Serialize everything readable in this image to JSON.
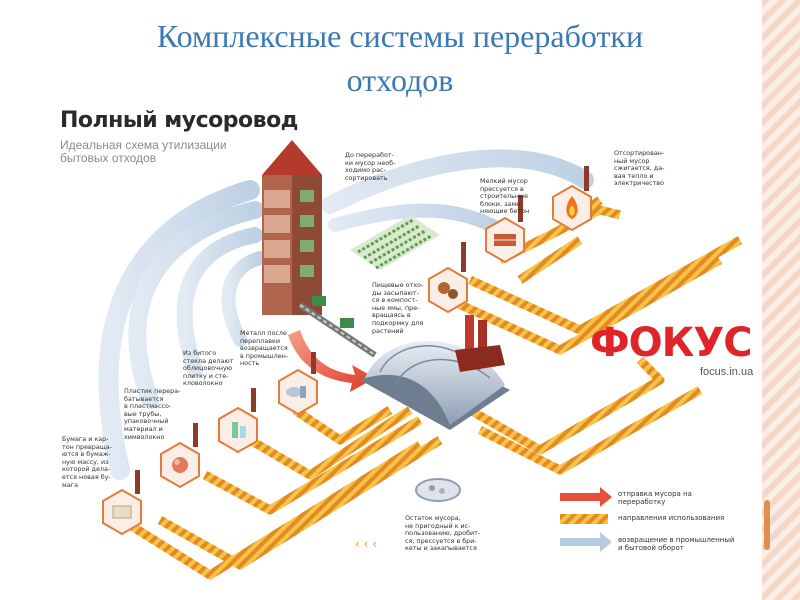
{
  "slide": {
    "title_line1": "Комплексные системы переработки",
    "title_line2": "отходов"
  },
  "diagram": {
    "title": "Полный мусоровод",
    "subtitle": "Идеальная схема утилизации бытовых отходов",
    "notes": {
      "sorting": [
        "До переработ-",
        "ки мусор необ-",
        "ходимо рас-",
        "сортировать"
      ],
      "burn": [
        "Отсортирован-",
        "ный мусор",
        "сжигается, да-",
        "вая тепло и",
        "электричество"
      ],
      "blocks": [
        "Мелкий мусор",
        "прессуется в",
        "строительные",
        "блоки, заме-",
        "няющие бетон"
      ],
      "food": [
        "Пищевые отхо-",
        "ды засыпают-",
        "ся в компост-",
        "ные ямы, пре-",
        "вращаясь в",
        "подкормку для",
        "растений"
      ],
      "metal": [
        "Металл после",
        "переплавки",
        "возвращается",
        "в промышлен-",
        "ность"
      ],
      "glass": [
        "Из битого",
        "стекла делают",
        "облицовочную",
        "плитку и сте-",
        "кловолокно"
      ],
      "plastic": [
        "Пластик перера-",
        "батывается",
        "в пластмассо-",
        "вые трубы,",
        "упаковочный",
        "материал и",
        "химволокно"
      ],
      "paper": [
        "Бумага и кар-",
        "тон превраща-",
        "ются в бумаж-",
        "ную массу, из",
        "которой дела-",
        "ется новая бу-",
        "мага"
      ],
      "rest": [
        "Остаток мусора,",
        "не пригодный к ис-",
        "пользованию, дробит-",
        "ся, прессуется в бри-",
        "кеты и закапывается"
      ]
    },
    "legend": [
      {
        "label": "отправка мусора на переработку",
        "color": "#e5503a"
      },
      {
        "label": "направления использования",
        "color": "#f0a01e"
      },
      {
        "label": "возвращение в промышленный и бытовой оборот",
        "color": "#aec8e0"
      }
    ],
    "brand": {
      "name": "ФОКУС",
      "url": "focus.in.ua"
    },
    "colors": {
      "pipe_orange": "#f3b236",
      "pipe_red": "#d8402e",
      "return_blue": "#c8d8ea",
      "building": "#8a3b2a",
      "title_blue": "#3b78b4"
    },
    "icons": [
      "fire-icon",
      "brick-icon",
      "food-waste-icon",
      "metal-icon",
      "glass-bottle-icon",
      "plastic-icon",
      "paper-icon",
      "factory-dome-icon",
      "house-building-icon",
      "landfill-icon"
    ]
  }
}
